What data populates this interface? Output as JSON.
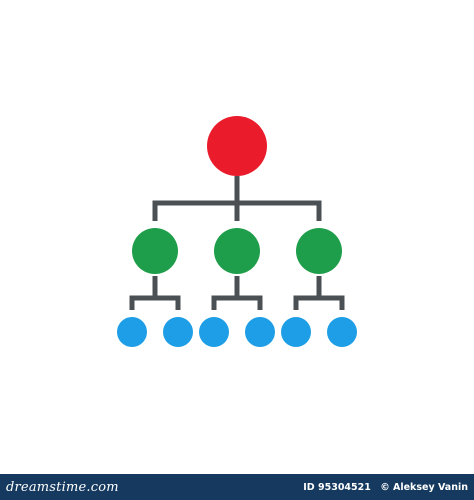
{
  "diagram": {
    "root_color": "#ea1c2c",
    "level2_color": "#1e9e4a",
    "level3_color": "#1e9ee6",
    "connector_color": "#4b5055",
    "levels": [
      1,
      3,
      6
    ]
  },
  "footer": {
    "brand": "dreamstime.com",
    "image_id": "ID 95304521",
    "author": "© Aleksey Vanin"
  }
}
